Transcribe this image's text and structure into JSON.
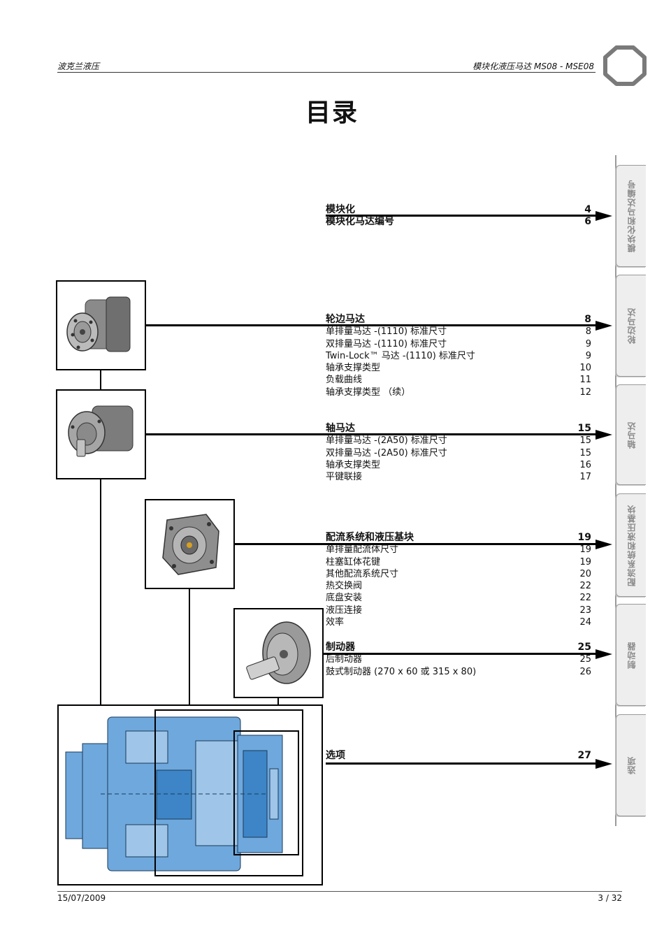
{
  "header": {
    "company": "波克兰液压",
    "doc_title": "模块化液压马达 MS08 - MSE08"
  },
  "page_title": "目录",
  "toc": [
    {
      "rows": [
        {
          "label": "模块化",
          "page": "4",
          "heading": true
        },
        {
          "label": "模块化马达编号",
          "page": "6",
          "heading": true
        }
      ]
    },
    {
      "rows": [
        {
          "label": "轮边马达",
          "page": "8",
          "heading": true
        },
        {
          "label": " 单排量马达 -(1110) 标准尺寸",
          "page": "8"
        },
        {
          "label": "双排量马达 -(1110) 标准尺寸",
          "page": "9"
        },
        {
          "label": "Twin-Lock™ 马达 -(1110) 标准尺寸",
          "page": "9"
        },
        {
          "label": "轴承支撑类型",
          "page": "10"
        },
        {
          "label": "负载曲线",
          "page": "11"
        },
        {
          "label": "轴承支撑类型 （续）",
          "page": "12"
        }
      ]
    },
    {
      "rows": [
        {
          "label": "轴马达",
          "page": "15",
          "heading": true
        },
        {
          "label": "单排量马达 -(2A50) 标准尺寸",
          "page": "15"
        },
        {
          "label": "双排量马达 -(2A50) 标准尺寸",
          "page": "15"
        },
        {
          "label": "轴承支撑类型",
          "page": "16"
        },
        {
          "label": "平键联接",
          "page": "17"
        }
      ]
    },
    {
      "rows": [
        {
          "label": "配流系统和液压基块",
          "page": "19",
          "heading": true
        },
        {
          "label": "单排量配流体尺寸",
          "page": "19"
        },
        {
          "label": "柱塞缸体花键",
          "page": "19"
        },
        {
          "label": "其他配流系统尺寸",
          "page": "20"
        },
        {
          "label": "热交换阀",
          "page": "22"
        },
        {
          "label": "底盘安装",
          "page": "22"
        },
        {
          "label": "液压连接",
          "page": "23"
        },
        {
          "label": "效率",
          "page": "24"
        }
      ]
    },
    {
      "rows": [
        {
          "label": "制动器",
          "page": "25",
          "heading": true
        },
        {
          "label": "后制动器",
          "page": "25"
        },
        {
          "label": "鼓式制动器 (270 x 60 或 315 x 80)",
          "page": "26"
        }
      ]
    },
    {
      "rows": [
        {
          "label": "选项",
          "page": "27",
          "heading": true
        }
      ]
    }
  ],
  "side_tabs": [
    "模块化和马达编号",
    "轮边马达",
    "轴马达",
    "配流系统和液压基块",
    "制动器",
    "选项"
  ],
  "footer": {
    "date": "15/07/2009",
    "page": "3 / 32"
  },
  "colors": {
    "cutaway_blue": "#6fa8dc",
    "tab_fill": "#eeeeee",
    "tab_text": "#8a8a8a"
  }
}
